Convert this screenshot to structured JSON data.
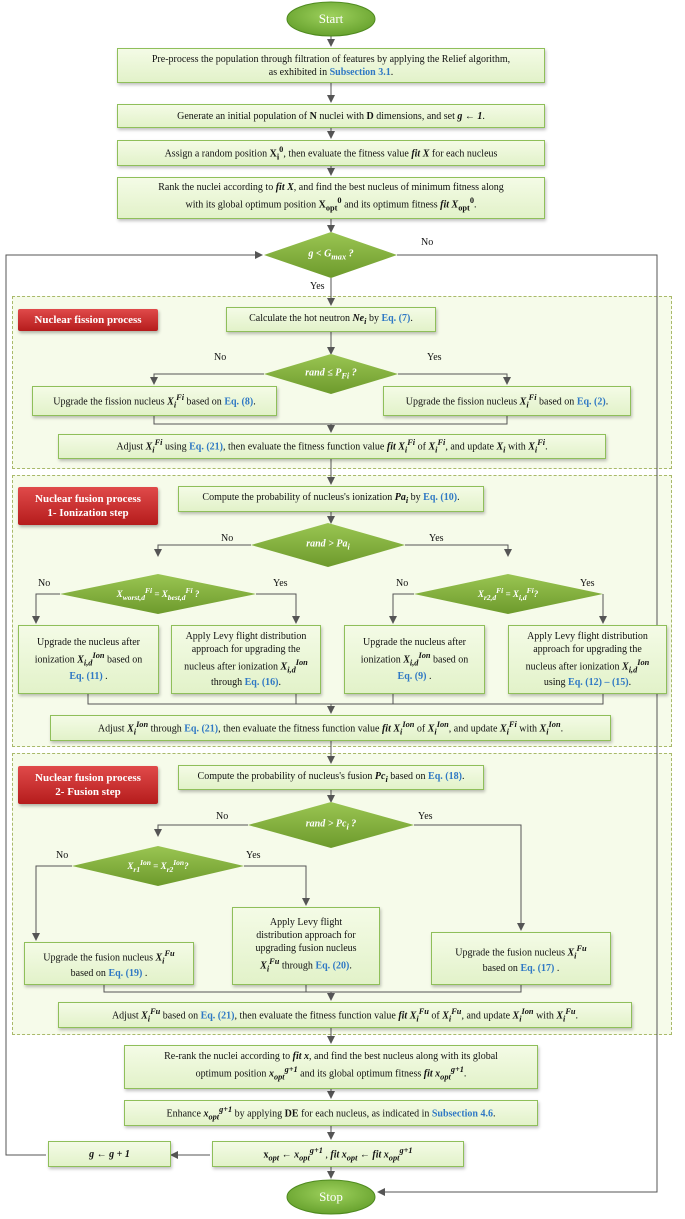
{
  "start": "Start",
  "stop": "Stop",
  "yes": "Yes",
  "no": "No",
  "dash": "–",
  "b1": {
    "t1": "Pre-process the population through filtration of features by applying the Relief algorithm,",
    "t2": "as exhibited in",
    "ref": "Subsection 3.1",
    "dot": "."
  },
  "b2": {
    "t1": "Generate an initial population of",
    "N": "N",
    "t2": "nuclei with",
    "D": "D",
    "t3": "dimensions, and set",
    "g": "g ← 1",
    "dot": "."
  },
  "b3": {
    "t1": "Assign a random position",
    "x": "X",
    "sub": "i",
    "sup": "0",
    "t2": ", then evaluate the fitness value",
    "fit": "fit X",
    "t3": "for each nucleus"
  },
  "b4": {
    "t1": "Rank the nuclei according to",
    "fit": "fit X",
    "t2": ", and find the best nucleus of minimum fitness along",
    "t3": "with its global optimum position",
    "x": "X",
    "sub": "opt",
    "sup": "0",
    "t4": "and its optimum fitness",
    "fit2": "fit X",
    "dot": "."
  },
  "d0": {
    "g": "g < G",
    "sub": "max",
    "q": " ?"
  },
  "fission": {
    "label": "Nuclear fission process",
    "hot": {
      "t1": "Calculate the hot neutron",
      "v": "Ne",
      "sub": "i",
      "t2": "by",
      "ref": "Eq. (7)",
      "dot": "."
    },
    "d": {
      "t": "rand ≤ P",
      "sub": "Fi",
      "q": " ?"
    },
    "left": {
      "t1": "Upgrade the fission nucleus",
      "v": "X",
      "sub": "i",
      "sup": "Fi",
      "t2": "based on",
      "ref": "Eq. (8)",
      "dot": "."
    },
    "right": {
      "t1": "Upgrade the fission nucleus",
      "v": "X",
      "sub": "i",
      "sup": "Fi",
      "t2": "based on",
      "ref": "Eq. (2)",
      "dot": "."
    },
    "adjust": {
      "t1": "Adjust",
      "v": "X",
      "sub": "i",
      "sup": "Fi",
      "t2": "using",
      "ref": "Eq. (21)",
      "t3": ", then evaluate the fitness function value",
      "fit": "fit X",
      "t4": "of",
      "t5": ", and update",
      "xi": "X",
      "t6": "with"
    }
  },
  "ionization": {
    "label1": "Nuclear fusion process",
    "label2": "1- Ionization step",
    "prob": {
      "t1": "Compute the probability of nucleus's ionization",
      "v": "Pa",
      "sub": "i",
      "t2": "by",
      "ref": "Eq. (10)",
      "dot": "."
    },
    "d": {
      "t": "rand > Pa",
      "sub": "i"
    },
    "dl": {
      "v": "X",
      "sub1": "worst,d",
      "sup": "Fi",
      "eq": " = ",
      "sub2": "best,d",
      "q": " ?"
    },
    "dr": {
      "v": "X",
      "sub1": "r2,d",
      "sup": "Fi",
      "eq": " = ",
      "sub2": "i,d",
      "q": "?"
    },
    "b1": {
      "t1": "Upgrade the nucleus after",
      "t2": "ionization",
      "v": "X",
      "sub": "i,d",
      "sup": "Ion",
      "t3": "based on",
      "ref": "Eq. (11)",
      "dot": " ."
    },
    "b2": {
      "t1": "Apply Levy flight distribution",
      "t2": "approach for upgrading the",
      "t3": "nucleus after ionization",
      "v": "X",
      "sub": "i,d",
      "sup": "Ion",
      "t4": "through",
      "ref": "Eq. (16)",
      "dot": "."
    },
    "b3": {
      "t1": "Upgrade the nucleus after",
      "t2": "ionization",
      "v": "X",
      "sub": "i,d",
      "sup": "Ion",
      "t3": "based on",
      "ref": "Eq. (9)",
      "dot": " ."
    },
    "b4": {
      "t1": "Apply Levy flight distribution",
      "t2": "approach for upgrading the",
      "t3": "nucleus after ionization",
      "v": "X",
      "sub": "i,d",
      "sup": "Ion",
      "t4": "using",
      "ref": "Eq. (12) – (15)",
      "dot": "."
    },
    "adjust": {
      "t1": "Adjust",
      "v": "X",
      "sub": "i",
      "sup": "Ion",
      "t2": "through",
      "ref": "Eq. (21)",
      "t3": ", then evaluate the fitness function value",
      "fit": "fit X",
      "t4": "of",
      "t5": ", and update",
      "supFi": "Fi",
      "t6": "with"
    }
  },
  "fusion": {
    "label1": "Nuclear fusion process",
    "label2": "2- Fusion step",
    "prob": {
      "t1": "Compute the probability of nucleus's fusion",
      "v": "Pc",
      "sub": "i",
      "t2": "based on",
      "ref": "Eq. (18)",
      "dot": "."
    },
    "d": {
      "t": "rand > Pc",
      "sub": "i",
      "q": " ?"
    },
    "dl": {
      "v": "X",
      "sub1": "r1",
      "sup": "Ion",
      "eq": " = ",
      "sub2": "r2",
      "q": "?"
    },
    "b1": {
      "t1": "Upgrade the fusion nucleus",
      "v": "X",
      "sub": "i",
      "sup": "Fu",
      "t2": "based on",
      "ref": "Eq. (19)",
      "dot": " ."
    },
    "b2": {
      "t1": "Apply Levy flight",
      "t2": "distribution approach for",
      "t3": "upgrading fusion nucleus",
      "v": "X",
      "sub": "i",
      "sup": "Fu",
      "t4": "through",
      "ref": "Eq. (20)",
      "dot": "."
    },
    "b3": {
      "t1": "Upgrade the fusion nucleus",
      "v": "X",
      "sub": "i",
      "sup": "Fu",
      "t2": "based on",
      "ref": "Eq. (17)",
      "dot": " ."
    },
    "adjust": {
      "t1": "Adjust",
      "v": "X",
      "sub": "i",
      "sup": "Fu",
      "t2": "based on",
      "ref": "Eq. (21)",
      "t3": ", then evaluate the fitness function value",
      "fit": "fit X",
      "t4": "of",
      "t5": ", and update",
      "supIon": "Ion",
      "t6": "with"
    }
  },
  "rerank": {
    "t1": "Re-rank the nuclei according to",
    "fit": "fit x",
    "t2": ", and find the best nucleus along with its global",
    "t3": "optimum position",
    "x": "x",
    "sub": "opt",
    "sup": "g+1",
    "t4": "and its global optimum fitness",
    "fit2": "fit x",
    "dot": "."
  },
  "enhance": {
    "t1": "Enhance",
    "x": "x",
    "sub": "opt",
    "sup": "g+1",
    "t2": "by applying",
    "de": "DE",
    "t3": "for each nucleus, as indicated in",
    "ref": "Subsection 4.6",
    "dot": "."
  },
  "incr": {
    "g": "g ← g + 1"
  },
  "assign": {
    "x": "x",
    "sub": "opt",
    "arrow": " ← ",
    "sup": "g+1",
    "comma": " , ",
    "fit": "fit x"
  }
}
